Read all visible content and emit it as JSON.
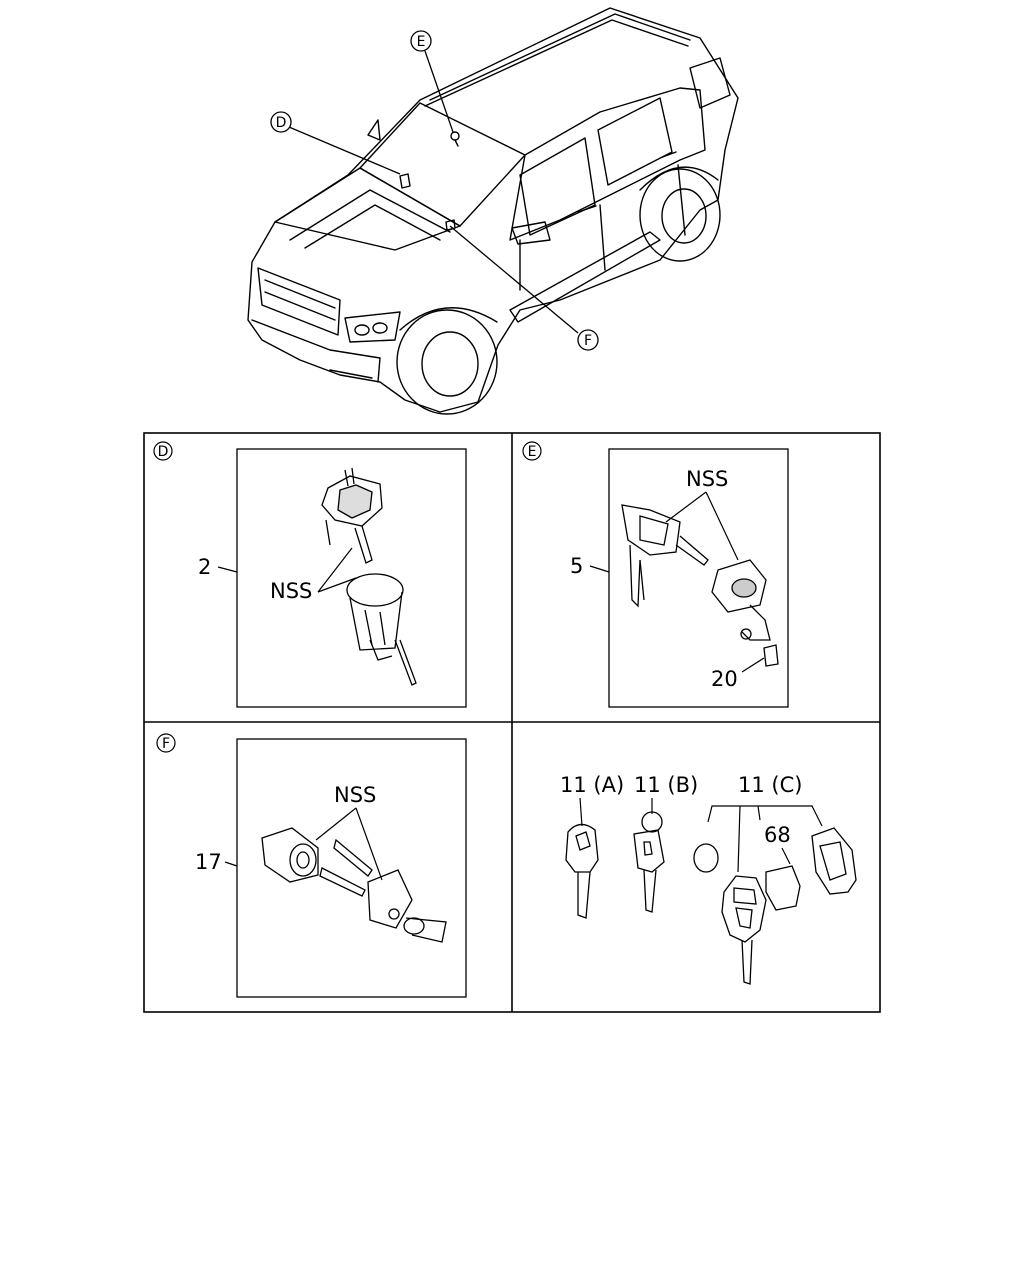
{
  "callouts": {
    "d": "D",
    "e": "E",
    "f": "F"
  },
  "panel_d": {
    "tag": "D",
    "part_number": "2",
    "note": "NSS"
  },
  "panel_e": {
    "tag": "E",
    "part_number": "5",
    "note": "NSS",
    "part_number_2": "20"
  },
  "panel_f": {
    "tag": "F",
    "part_number": "17",
    "note": "NSS"
  },
  "panel_keys": {
    "key_a": "11 (A)",
    "key_b": "11 (B)",
    "key_c": "11 (C)",
    "part_68": "68"
  },
  "colors": {
    "line": "#000000",
    "background": "#ffffff"
  }
}
